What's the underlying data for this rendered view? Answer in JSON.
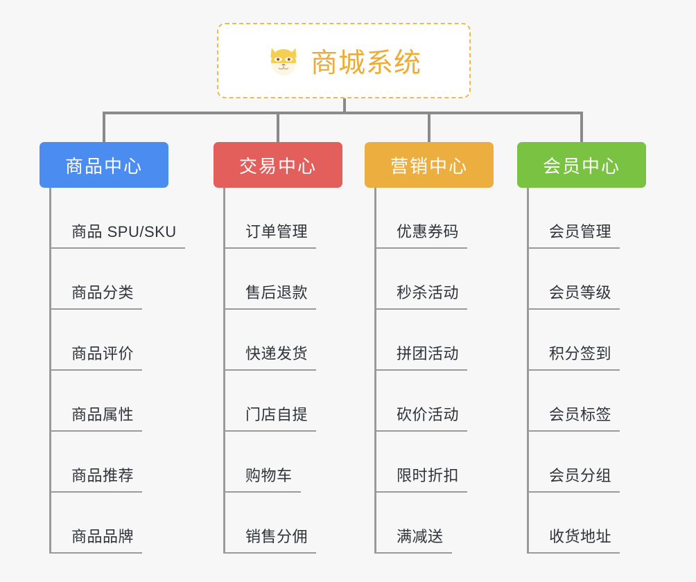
{
  "background_color": "#f7f7f7",
  "root": {
    "title": "商城系统",
    "icon": "shiba-dog-face-emoji",
    "text_color": "#eeab35",
    "border_color": "#f2b84b",
    "background_color": "#ffffff"
  },
  "connector_color": "#8a8a8a",
  "columns": [
    {
      "id": "product-center",
      "header": "商品中心",
      "color": "#4a8cf0",
      "items": [
        "商品 SPU/SKU",
        "商品分类",
        "商品评价",
        "商品属性",
        "商品推荐",
        "商品品牌"
      ]
    },
    {
      "id": "trade-center",
      "header": "交易中心",
      "color": "#e25f5c",
      "items": [
        "订单管理",
        "售后退款",
        "快递发货",
        "门店自提",
        "购物车",
        "销售分佣"
      ]
    },
    {
      "id": "marketing-center",
      "header": "营销中心",
      "color": "#edae40",
      "items": [
        "优惠券码",
        "秒杀活动",
        "拼团活动",
        "砍价活动",
        "限时折扣",
        "满减送"
      ]
    },
    {
      "id": "member-center",
      "header": "会员中心",
      "color": "#79c council",
      "items": [
        "会员管理",
        "会员等级",
        "积分签到",
        "会员标签",
        "会员分组",
        "收货地址"
      ]
    }
  ]
}
